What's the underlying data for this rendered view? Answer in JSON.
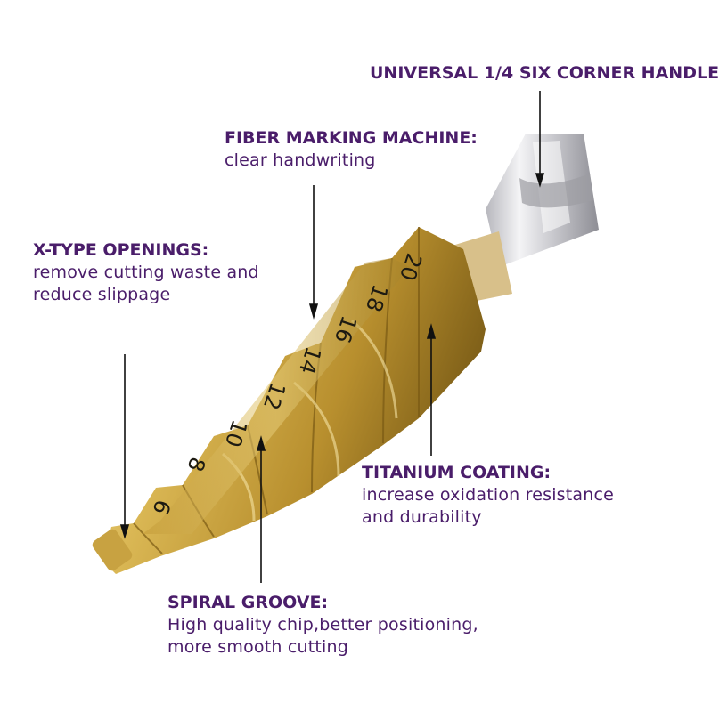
{
  "callouts": {
    "handle": {
      "title": "UNIVERSAL 1/4 SIX CORNER HANDLE"
    },
    "fiber": {
      "title": "FIBER MARKING MACHINE:",
      "lines": [
        "clear handwriting"
      ]
    },
    "xtype": {
      "title": "X-TYPE OPENINGS:",
      "lines": [
        "remove cutting waste and",
        "reduce slippage"
      ]
    },
    "titanium": {
      "title": "TITANIUM COATING:",
      "lines": [
        "increase oxidation resistance",
        "and durability"
      ]
    },
    "spiral": {
      "title": "SPIRAL GROOVE:",
      "lines": [
        "High quality chip,better positioning,",
        "more smooth cutting"
      ]
    }
  },
  "step_markings": [
    "6",
    "8",
    "10",
    "12",
    "14",
    "16",
    "18",
    "20"
  ],
  "colors": {
    "label_text": "#4a1d6a",
    "pointer_line": "#111111",
    "gold_light": "#e9cf7a",
    "gold_mid": "#c9a33c",
    "gold_dark": "#8a6a1c",
    "shank_light": "#e8e8ea",
    "shank_dark": "#9a9aa0"
  },
  "icons": {
    "product": "step-drill-bit-image"
  }
}
